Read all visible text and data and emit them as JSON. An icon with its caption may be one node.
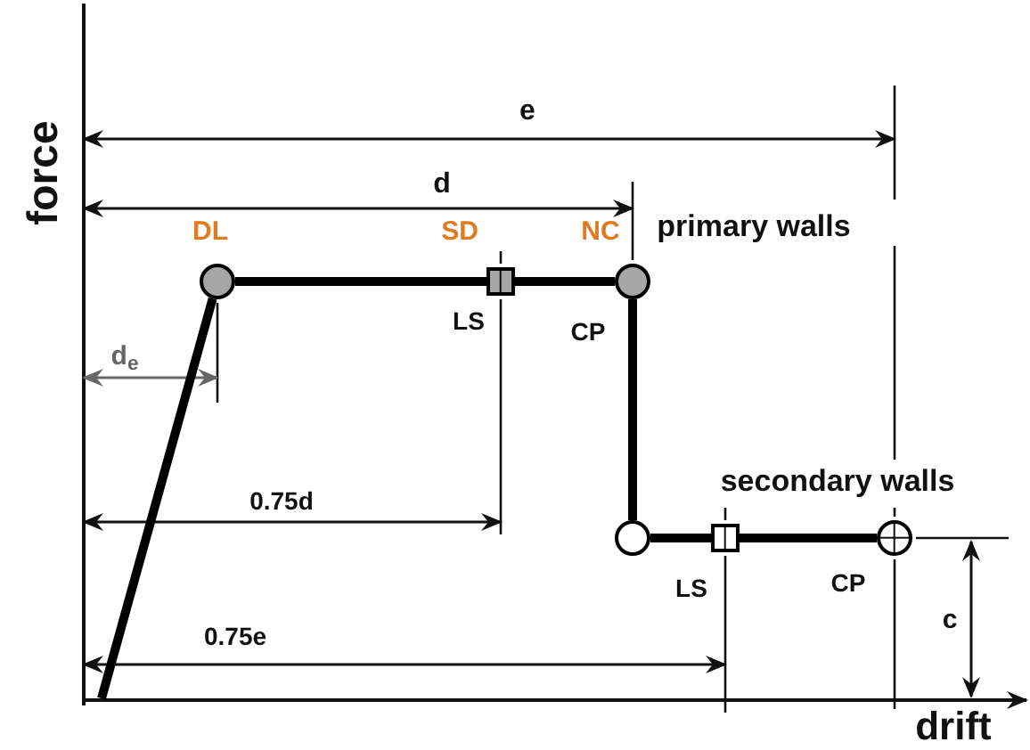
{
  "diagram": {
    "nodes": [
      {
        "text": [],
        "shape": "circle"
      },
      {
        "text": [],
        "shape": "box"
      },
      {
        "text": [],
        "shape": "circle"
      },
      {
        "text": [],
        "shape": "circle"
      },
      {
        "text": [],
        "shape": "box"
      },
      {
        "text": [],
        "shape": "circle"
      }
    ],
    "edges": [
      {
        "from": null,
        "to": 0,
        "arrow": "none"
      },
      {
        "from": 0,
        "to": 1,
        "arrow": "none"
      },
      {
        "from": 1,
        "to": 2,
        "arrow": "none"
      },
      {
        "from": 2,
        "to": 3,
        "arrow": "none"
      },
      {
        "from": 3,
        "to": 4,
        "arrow": "none"
      },
      {
        "from": 4,
        "to": 5,
        "arrow": "none"
      }
    ],
    "labels": [
      "force",
      "e",
      "d",
      "DL",
      "SD",
      "NC",
      "primary walls",
      "d$_{e}$",
      "LS",
      "CP",
      "secondary walls",
      "0.75d",
      "LS",
      "CP",
      "c",
      "0.75e",
      "drift"
    ]
  }
}
